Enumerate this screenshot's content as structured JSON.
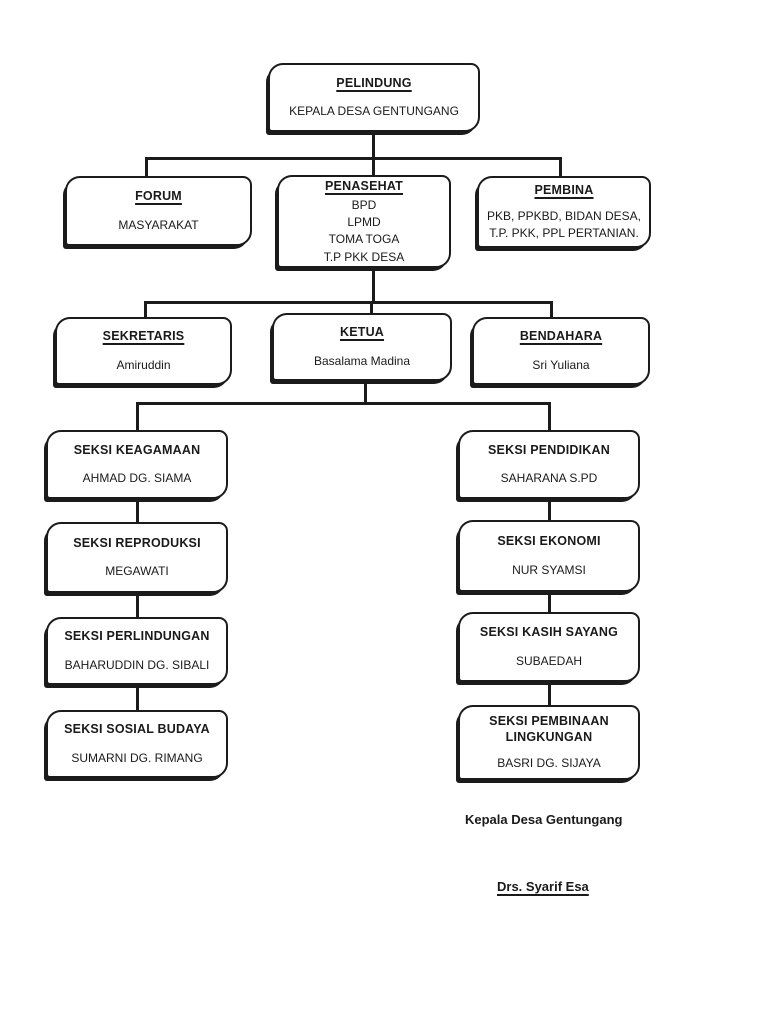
{
  "colors": {
    "ink": "#1b1b1b",
    "page_bg": "#ffffff"
  },
  "org_chart": {
    "nodes": [
      {
        "id": "pelindung",
        "title": "PELINDUNG",
        "underlined": true,
        "lines": [
          "KEPALA DESA GENTUNGANG"
        ]
      },
      {
        "id": "forum",
        "title": "FORUM",
        "underlined": true,
        "lines": [
          "MASYARAKAT"
        ]
      },
      {
        "id": "penasehat",
        "title": "PENASEHAT",
        "underlined": true,
        "lines": [
          "BPD",
          "LPMD",
          "TOMA TOGA",
          "T.P PKK DESA"
        ]
      },
      {
        "id": "pembina",
        "title": "PEMBINA",
        "underlined": true,
        "lines": [
          "PKB, PPKBD, BIDAN DESA,",
          "T.P. PKK, PPL PERTANIAN."
        ]
      },
      {
        "id": "sekretaris",
        "title": "SEKRETARIS",
        "underlined": true,
        "lines": [
          "Amiruddin"
        ]
      },
      {
        "id": "ketua",
        "title": "KETUA",
        "underlined": true,
        "lines": [
          "Basalama Madina"
        ]
      },
      {
        "id": "bendahara",
        "title": "BENDAHARA",
        "underlined": true,
        "lines": [
          "Sri Yuliana"
        ]
      },
      {
        "id": "keagamaan",
        "title": "SEKSI KEAGAMAAN",
        "underlined": false,
        "lines": [
          "AHMAD DG. SIAMA"
        ]
      },
      {
        "id": "reproduksi",
        "title": "SEKSI REPRODUKSI",
        "underlined": false,
        "lines": [
          "MEGAWATI"
        ]
      },
      {
        "id": "perlindungan",
        "title": "SEKSI PERLINDUNGAN",
        "underlined": false,
        "lines": [
          "BAHARUDDIN DG. SIBALI"
        ]
      },
      {
        "id": "sosial-budaya",
        "title": "SEKSI SOSIAL BUDAYA",
        "underlined": false,
        "lines": [
          "SUMARNI DG. RIMANG"
        ]
      },
      {
        "id": "pendidikan",
        "title": "SEKSI PENDIDIKAN",
        "underlined": false,
        "lines": [
          "SAHARANA S.PD"
        ]
      },
      {
        "id": "ekonomi",
        "title": "SEKSI EKONOMI",
        "underlined": false,
        "lines": [
          "NUR SYAMSI"
        ]
      },
      {
        "id": "kasih-sayang",
        "title": "SEKSI KASIH SAYANG",
        "underlined": false,
        "lines": [
          "SUBAEDAH"
        ]
      },
      {
        "id": "pembinaan-lingkungan",
        "title": "SEKSI PEMBINAAN LINGKUNGAN",
        "underlined": false,
        "lines": [
          "BASRI DG. SIJAYA"
        ]
      }
    ]
  },
  "footer": {
    "position_title": "Kepala Desa Gentungang",
    "signature_name": "Drs. Syarif Esa"
  }
}
